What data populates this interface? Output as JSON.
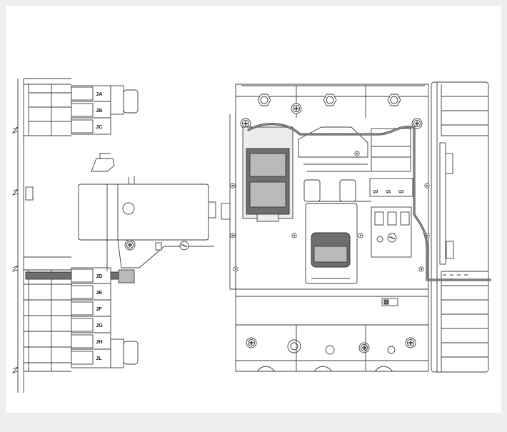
{
  "colors": {
    "background": "#eeeeee",
    "panel": "#ffffff",
    "line": "#3a3a3a",
    "dark_part": "#6e6e6e",
    "cable": "#555555"
  },
  "terminal_labels_top": [
    "JA",
    "JB",
    "JC"
  ],
  "terminal_labels_bottom": [
    "JD",
    "JE",
    "JF",
    "JG",
    "JH",
    "JL"
  ],
  "contact_labels": [
    "Q3",
    "Q1",
    "Q2"
  ],
  "icons": [
    "plus-screw-icon",
    "slot-screw-icon",
    "hex-nut-icon"
  ]
}
